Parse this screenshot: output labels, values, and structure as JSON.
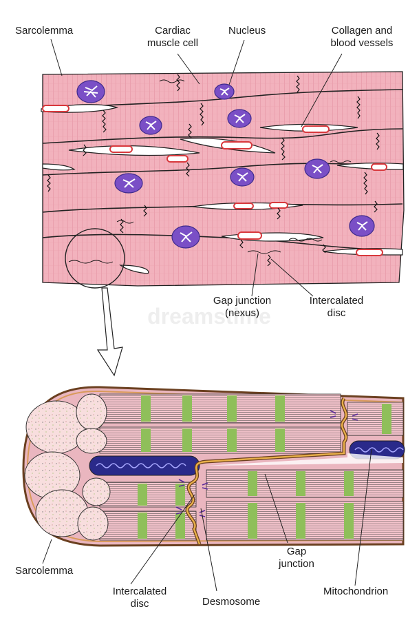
{
  "top_labels": {
    "sarcolemma": "Sarcolemma",
    "cardiac_cell": "Cardiac\nmuscle cell",
    "nucleus": "Nucleus",
    "collagen": "Collagen and\nblood vessels",
    "gap_junction": "Gap junction\n(nexus)",
    "intercalated_disc": "Intercalated\ndisc"
  },
  "bottom_labels": {
    "sarcolemma": "Sarcolemma",
    "intercalated_disc": "Intercalated\ndisc",
    "desmosome": "Desmosome",
    "gap_junction": "Gap\njunction",
    "mitochondrion": "Mitochondrion"
  },
  "watermark": "dreamstime",
  "colors": {
    "cell_fill": "#f2b2bd",
    "striation": "#e28e9e",
    "nucleus": "#7a4fc6",
    "nucleus_dark": "#3e2a8c",
    "vessel_fill": "#ffffff",
    "vessel_rbc": "#d8383c",
    "myofibril_band": "#8fbf5a",
    "mito_fill": "#2a2a8a",
    "membrane_brown": "#8a5a2a",
    "disc_gold": "#e9b04a",
    "cross_section": "#f8dede"
  }
}
